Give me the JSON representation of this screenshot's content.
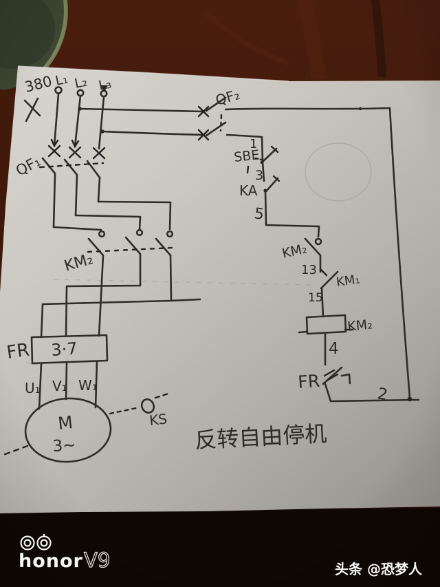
{
  "circuit": {
    "supply": {
      "voltage": "380",
      "phases": [
        "L₁",
        "L₂",
        "L₃"
      ]
    },
    "breakers": {
      "qf1": "QF₁",
      "qf2": "QF₂"
    },
    "reversing_contactor": "KM₂",
    "overload": {
      "label": "FR",
      "box_text": "3·7"
    },
    "motor": {
      "terminals": [
        "U₁",
        "V₁",
        "W₁"
      ],
      "label": "M",
      "phase": "3~"
    },
    "speed_relay": "KS",
    "control": {
      "n1": "1",
      "stop_button": "SBE",
      "n3": "3",
      "relay_contact": "KA",
      "n5": "5",
      "km2_aux": "KM₂",
      "n13": "13",
      "km1_interlock": "KM₁",
      "n15": "15",
      "coil": "KM₂",
      "n4": "4",
      "overload_contact": "FR",
      "n2": "2"
    },
    "caption": "反转自由停机"
  },
  "watermark": {
    "brand": "honor",
    "model": "V9"
  },
  "credit": "头条 @恐梦人",
  "colors": {
    "ink": "#2f2b26",
    "paper": "#c7c4be",
    "wood": "#3c180c",
    "watermark": "#f7f7f7"
  }
}
